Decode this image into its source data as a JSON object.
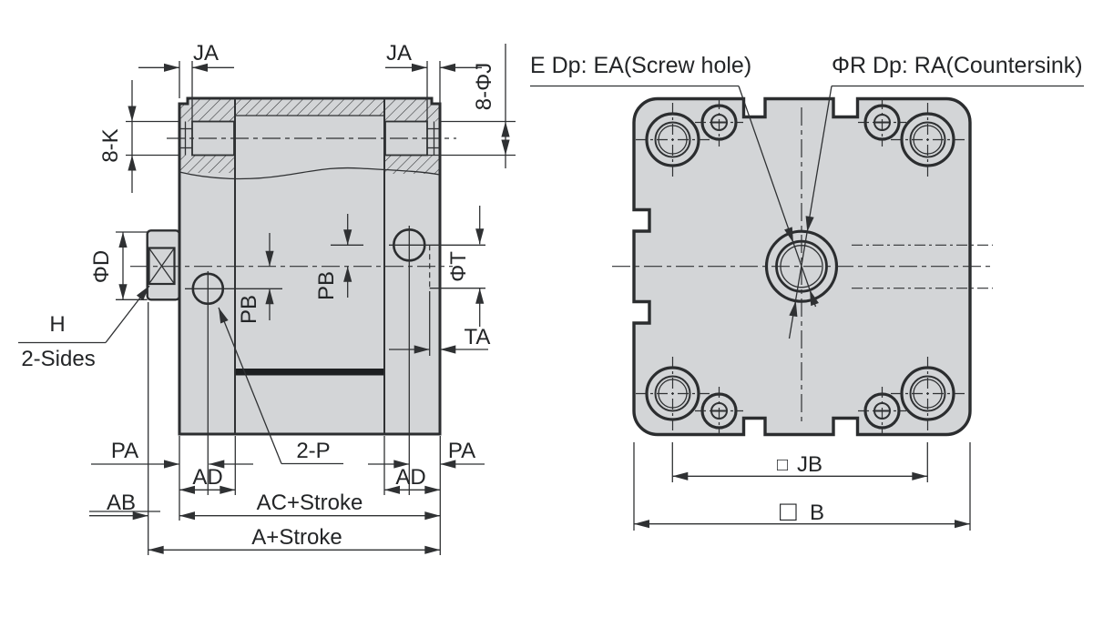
{
  "drawing": {
    "kind": "pneumatic compact cylinder dimensional drawing",
    "side_view": {
      "name": "side section view",
      "labels": {
        "ja_left": "JA",
        "ja_right": "JA",
        "phi_j": "8-ΦJ",
        "k_holes": "8-K",
        "phi_d": "ΦD",
        "h": "H",
        "two_sides": "2-Sides",
        "pb_left": "PB",
        "pb_right": "PB",
        "phi_t": "ΦT",
        "ta": "TA",
        "pa_left": "PA",
        "pa_right": "PA",
        "ad_left": "AD",
        "ad_right": "AD",
        "ab": "AB",
        "two_p": "2-P",
        "ac_stroke": "AC+Stroke",
        "a_stroke": "A+Stroke"
      }
    },
    "front_view": {
      "name": "front view",
      "labels": {
        "screw_note": "E Dp: EA(Screw hole)",
        "countersink_note": "ΦR Dp: RA(Countersink)",
        "jb": "JB",
        "b": "B",
        "square_symbol": "□"
      }
    },
    "colors": {
      "body_fill": "#d3d5d7",
      "line": "#2f3133",
      "piston": "#1d1f21",
      "background": "#ffffff"
    }
  }
}
